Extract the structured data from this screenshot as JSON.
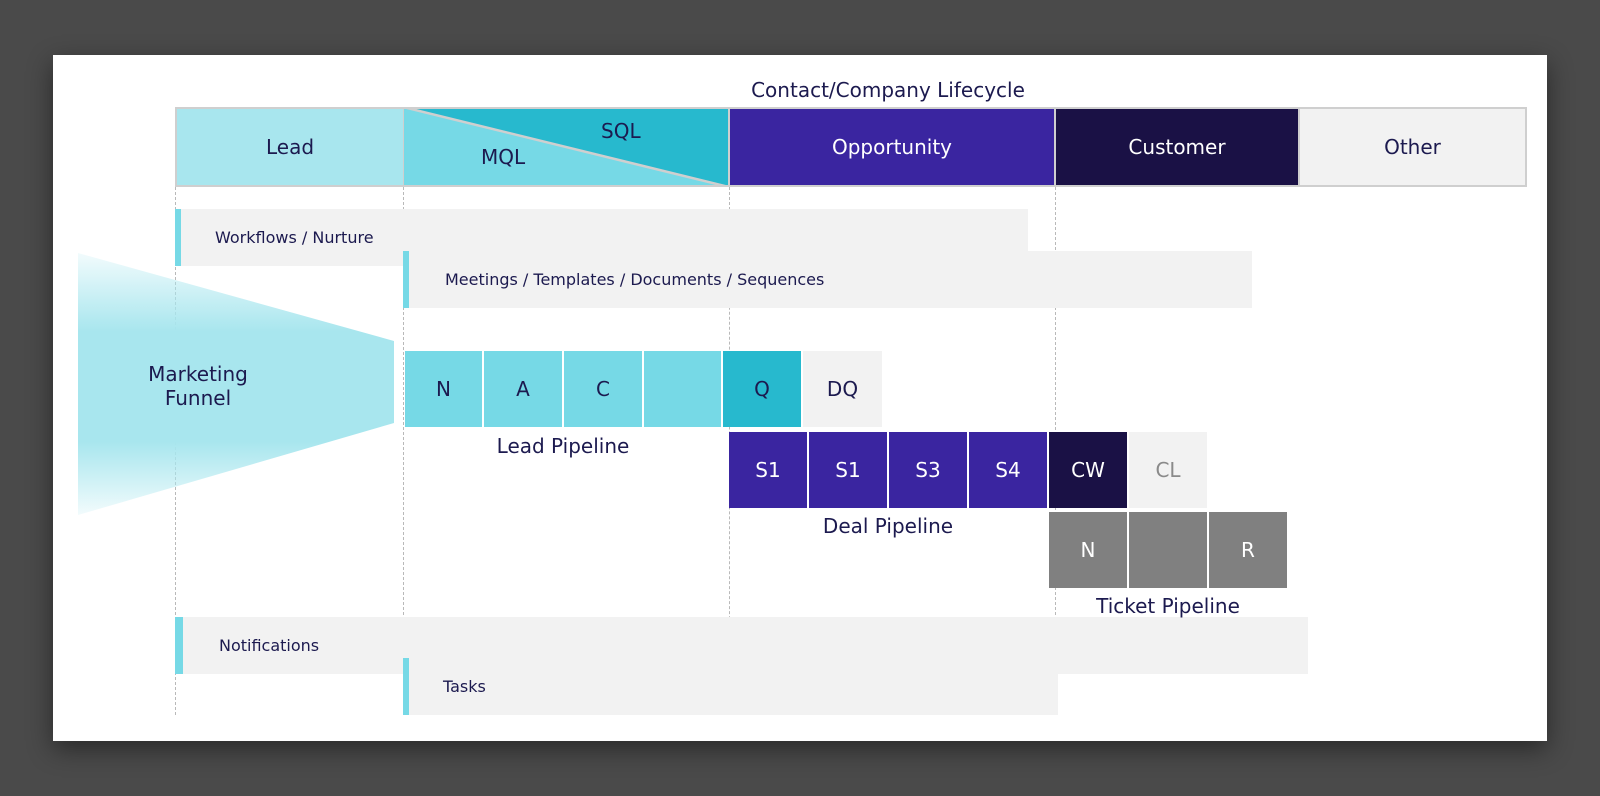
{
  "title": "Contact/Company Lifecycle",
  "stages": {
    "lead": "Lead",
    "mql": "MQL",
    "sql": "SQL",
    "opportunity": "Opportunity",
    "customer": "Customer",
    "other": "Other"
  },
  "bands": {
    "workflows": "Workflows / Nurture",
    "meetings": "Meetings / Templates / Documents / Sequences",
    "notifications": "Notifications",
    "tasks": "Tasks"
  },
  "funnel": {
    "line1": "Marketing",
    "line2": "Funnel"
  },
  "lead_pipeline": {
    "label": "Lead Pipeline",
    "stages": [
      "N",
      "A",
      "C",
      "",
      "Q",
      "DQ"
    ]
  },
  "deal_pipeline": {
    "label": "Deal Pipeline",
    "stages": [
      "S1",
      "S1",
      "S3",
      "S4",
      "CW",
      "CL"
    ]
  },
  "ticket_pipeline": {
    "label": "Ticket Pipeline",
    "stages": [
      "N",
      "",
      "R"
    ]
  },
  "colors": {
    "lead": "#a8e6ee",
    "mql": "#76d9e6",
    "sql": "#27b9ce",
    "opportunity": "#3a25a0",
    "customer": "#1a1145",
    "other": "#f2f2f2",
    "ticket": "#808080"
  }
}
